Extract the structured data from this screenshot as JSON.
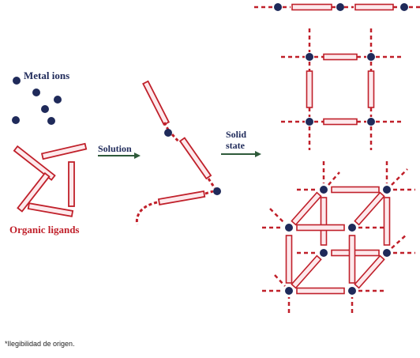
{
  "labels": {
    "metal_ions": "Metal ions",
    "organic_ligands": "Organic ligands",
    "solution": "Solution",
    "solid_line1": "Solid",
    "solid_line2": "state"
  },
  "footnote": "*Ilegibilidad de origen.",
  "colors": {
    "metal": "#1f2a5a",
    "ligand": "#c0202a",
    "ligand_fill": "#fde9ec",
    "arrow": "#2e5a3a"
  }
}
